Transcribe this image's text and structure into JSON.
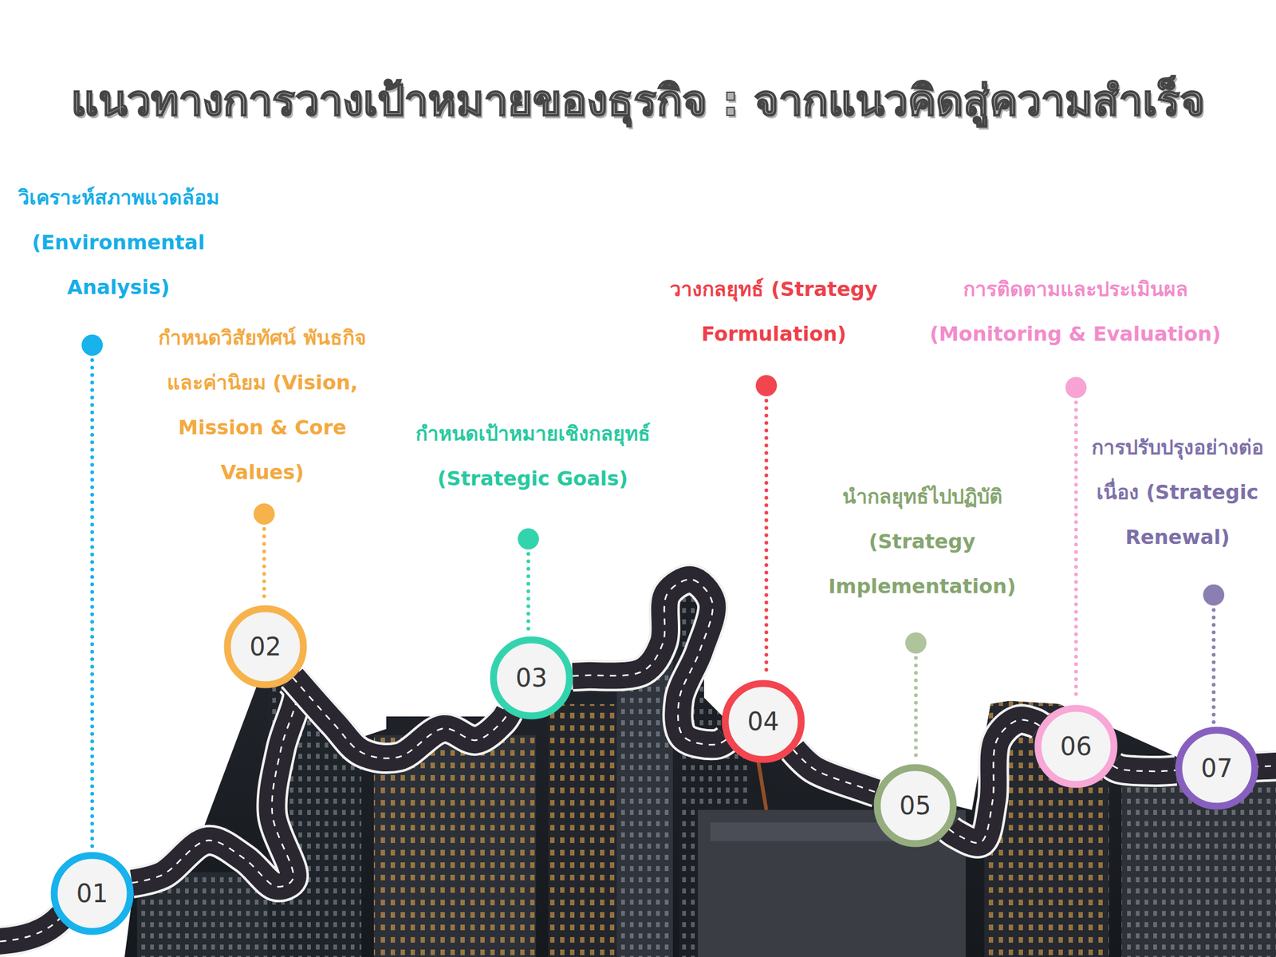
{
  "diagram": {
    "title": "แนวทางการวางเป้าหมายของธุรกิจ : จากแนวคิดสู่ความสำเร็จ",
    "nodes": [
      {
        "text": [
          "01"
        ]
      },
      {
        "text": [
          "02"
        ]
      },
      {
        "text": [
          "03"
        ]
      },
      {
        "text": [
          "04"
        ]
      },
      {
        "text": [
          "05"
        ]
      },
      {
        "text": [
          "06"
        ]
      },
      {
        "text": [
          "07"
        ]
      }
    ],
    "edges": [
      {
        "from": 0,
        "to": 1,
        "arrow": "none"
      },
      {
        "from": 1,
        "to": 2,
        "arrow": "none"
      },
      {
        "from": 2,
        "to": 3,
        "arrow": "none"
      },
      {
        "from": 3,
        "to": 4,
        "arrow": "none"
      },
      {
        "from": 4,
        "to": 5,
        "arrow": "none"
      },
      {
        "from": 5,
        "to": 6,
        "arrow": "none"
      }
    ],
    "labels": [
      "วิเคราะห์สภาพแวดล้อม (Environmental Analysis)",
      "กำหนดวิสัยทัศน์ พันธกิจ และค่านิยม (Vision, Mission & Core Values)",
      "กำหนดเป้าหมายเชิงกลยุทธ์ (Strategic Goals)",
      "วางกลยุทธ์ (Strategy Formulation)",
      "นำกลยุทธ์ไปปฏิบัติ (Strategy Implementation)",
      "การติดตามและประเมินผล (Monitoring & Evaluation)",
      "การปรับปรุงอย่างต่อเนื่อง (Strategic Renewal)"
    ]
  }
}
